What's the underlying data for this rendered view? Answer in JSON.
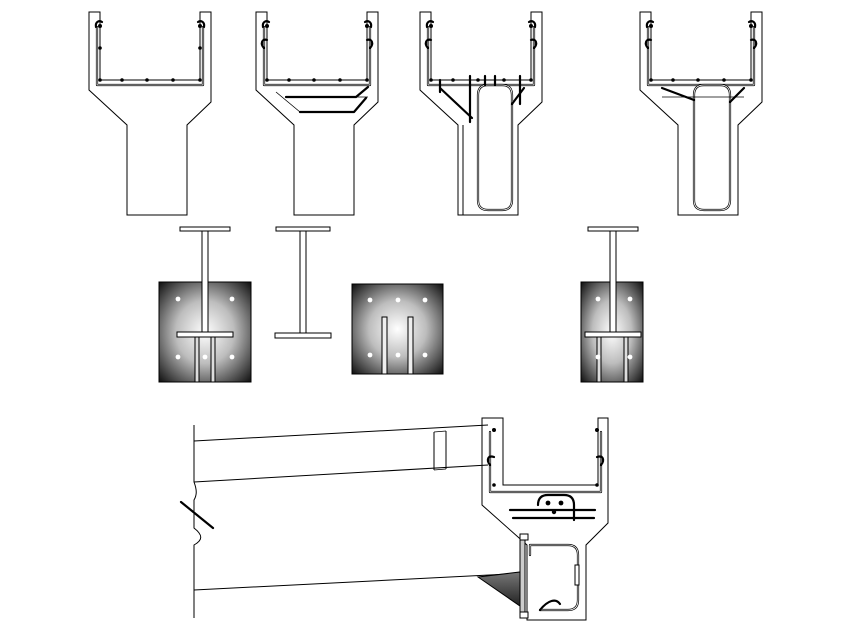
{
  "drawing": {
    "background_color": "#ffffff",
    "line_color": "#000000",
    "block_gradient_center": "#ffffff",
    "block_gradient_edge": "#111111",
    "components": [
      {
        "name": "pier-cap-section-1",
        "icon": "u-shaped-section"
      },
      {
        "name": "pier-cap-section-2",
        "icon": "u-shaped-section"
      },
      {
        "name": "pier-cap-section-3",
        "icon": "u-shaped-section"
      },
      {
        "name": "pier-cap-section-4",
        "icon": "u-shaped-section"
      },
      {
        "name": "steel-anchor-block-1",
        "icon": "anchor-block"
      },
      {
        "name": "steel-i-beam",
        "icon": "i-beam"
      },
      {
        "name": "concrete-block",
        "icon": "anchor-block"
      },
      {
        "name": "steel-anchor-block-2",
        "icon": "anchor-block"
      },
      {
        "name": "elevation-assembly",
        "icon": "elevation-view"
      }
    ]
  }
}
